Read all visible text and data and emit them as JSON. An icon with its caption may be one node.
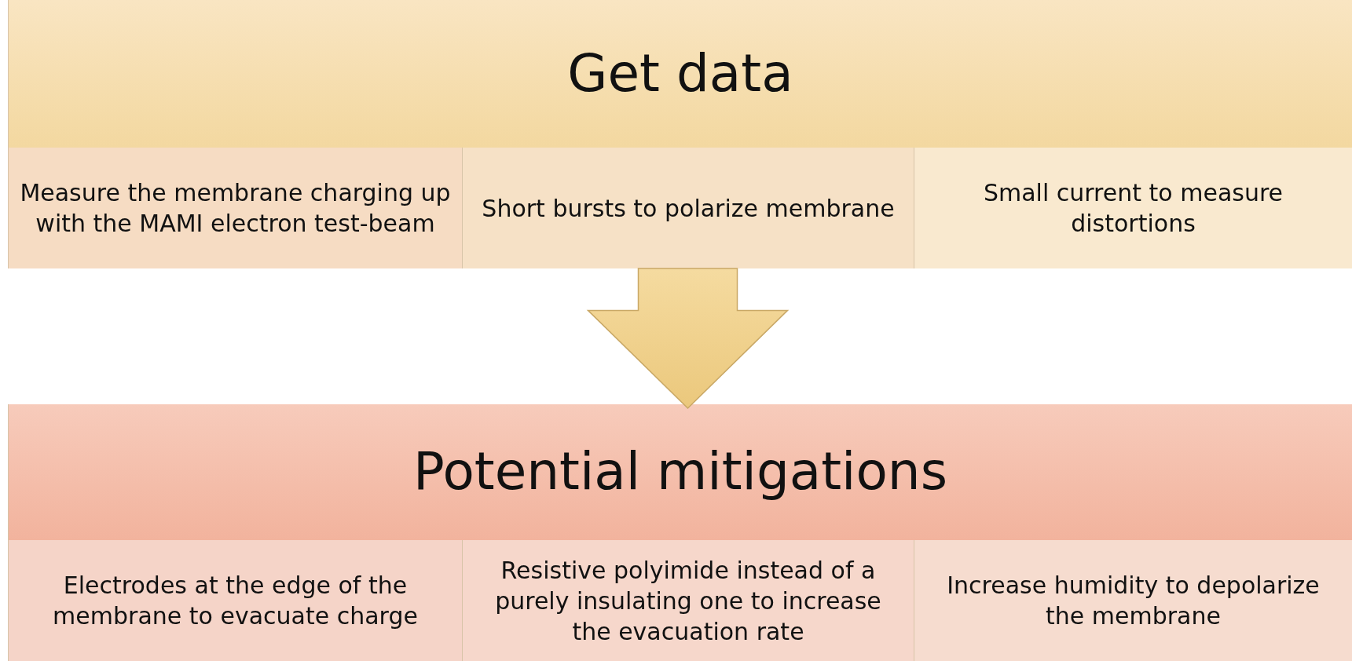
{
  "diagram": {
    "nodes": [
      {
        "text": [
          "Get data"
        ]
      },
      {
        "text": [
          "Measure the membrane charging up with the MAMI electron test-beam"
        ]
      },
      {
        "text": [
          "Short bursts to polarize membrane"
        ]
      },
      {
        "text": [
          "Small current to measure distortions"
        ]
      },
      {
        "text": [
          "Potential mitigations"
        ]
      },
      {
        "text": [
          "Electrodes at the edge of the membrane to evacuate charge"
        ]
      },
      {
        "text": [
          "Resistive polyimide instead of a purely insulating one to increase the evacuation rate"
        ]
      },
      {
        "text": [
          "Increase humidity to depolarize the membrane"
        ]
      }
    ],
    "edges": [
      {
        "from": 2,
        "to": 4,
        "arrow": "to",
        "style": "thick"
      }
    ]
  }
}
